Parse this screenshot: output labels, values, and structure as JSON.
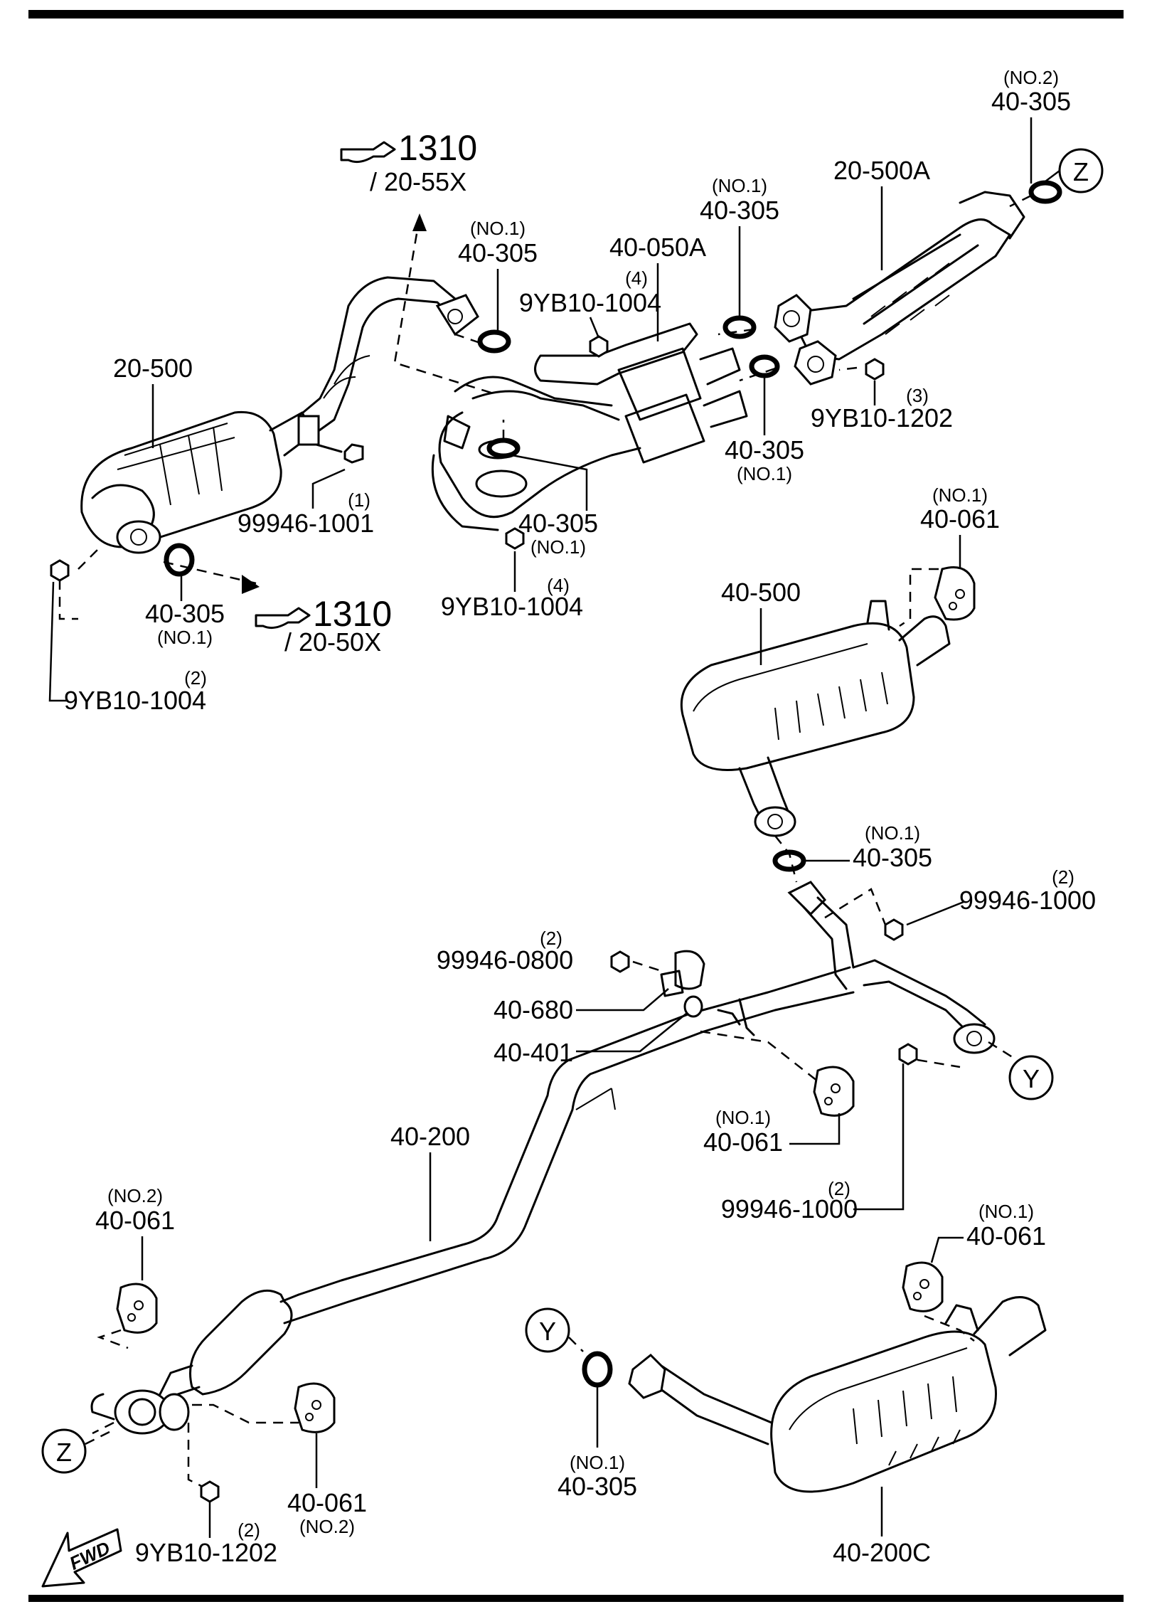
{
  "diagram": {
    "references": [
      {
        "key": "ref_top",
        "number": "1310",
        "sub": "/ 20-55X"
      },
      {
        "key": "ref_mid",
        "number": "1310",
        "sub": "/ 20-50X"
      }
    ],
    "callouts": {
      "c_no2_40305_top": {
        "qual": "(NO.2)",
        "part": "40-305"
      },
      "c_20500A": {
        "part": "20-500A"
      },
      "c_no1_40305_a": {
        "qual": "(NO.1)",
        "part": "40-305"
      },
      "c_40050A": {
        "part": "40-050A"
      },
      "c_no1_40305_b": {
        "qual": "(NO.1)",
        "part": "40-305"
      },
      "c_9YB10_1004_top": {
        "qty": "(4)",
        "part": "9YB10-1004"
      },
      "c_20500": {
        "part": "20-500"
      },
      "c_9YB10_1202_top": {
        "qty": "(3)",
        "part": "9YB10-1202"
      },
      "c_40305_no1_c": {
        "part": "40-305",
        "qual": "(NO.1)"
      },
      "c_99946_1001": {
        "qty": "(1)",
        "part": "99946-1001"
      },
      "c_40305_no1_d": {
        "part": "40-305",
        "qual": "(NO.1)"
      },
      "c_9YB10_1004_mid": {
        "qty": "(4)",
        "part": "9YB10-1004"
      },
      "c_40305_no1_e": {
        "part": "40-305",
        "qual": "(NO.1)"
      },
      "c_9YB10_1004_left": {
        "qty": "(2)",
        "part": "9YB10-1004"
      },
      "c_no1_40061_a": {
        "qual": "(NO.1)",
        "part": "40-061"
      },
      "c_40500": {
        "part": "40-500"
      },
      "c_no1_40305_f": {
        "qual": "(NO.1)",
        "part": "40-305"
      },
      "c_99946_1000_a": {
        "qty": "(2)",
        "part": "99946-1000"
      },
      "c_99946_0800": {
        "qty": "(2)",
        "part": "99946-0800"
      },
      "c_40680": {
        "part": "40-680"
      },
      "c_40401": {
        "part": "40-401"
      },
      "c_40200": {
        "part": "40-200"
      },
      "c_no1_40061_b": {
        "qual": "(NO.1)",
        "part": "40-061"
      },
      "c_99946_1000_b": {
        "qty": "(2)",
        "part": "99946-1000"
      },
      "c_no2_40061_a": {
        "qual": "(NO.2)",
        "part": "40-061"
      },
      "c_no1_40061_c": {
        "qual": "(NO.1)",
        "part": "40-061"
      },
      "c_40061_no2_b": {
        "part": "40-061",
        "qual": "(NO.2)"
      },
      "c_9YB10_1202_bot": {
        "qty": "(2)",
        "part": "9YB10-1202"
      },
      "c_no1_40305_g": {
        "qual": "(NO.1)",
        "part": "40-305"
      },
      "c_40200C": {
        "part": "40-200C"
      }
    },
    "connectors": {
      "z_top": "Z",
      "z_bottom": "Z",
      "y_right": "Y",
      "y_bottom": "Y"
    },
    "fwd_label": "FWD"
  }
}
